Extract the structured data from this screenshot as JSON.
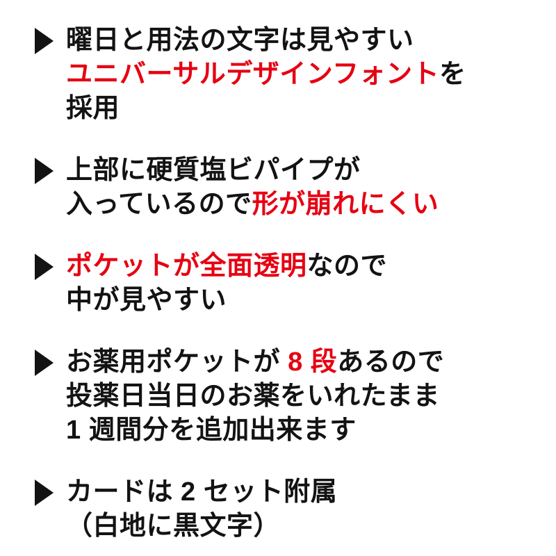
{
  "colors": {
    "text_black": "#131313",
    "accent_red": "#e60012",
    "background": "#ffffff"
  },
  "bullets": [
    {
      "lines": [
        [
          {
            "text": "曜日と用法の文字は見やすい",
            "red": false
          }
        ],
        [
          {
            "text": "ユニバーサルデザインフォント",
            "red": true
          },
          {
            "text": "を",
            "red": false
          }
        ],
        [
          {
            "text": "採用",
            "red": false
          }
        ]
      ]
    },
    {
      "lines": [
        [
          {
            "text": "上部に硬質塩ビパイプが",
            "red": false
          }
        ],
        [
          {
            "text": "入っているので",
            "red": false
          },
          {
            "text": "形が崩れにくい",
            "red": true
          }
        ]
      ]
    },
    {
      "lines": [
        [
          {
            "text": "ポケットが全面透明",
            "red": true
          },
          {
            "text": "なので",
            "red": false
          }
        ],
        [
          {
            "text": "中が見やすい",
            "red": false
          }
        ]
      ]
    },
    {
      "lines": [
        [
          {
            "text": "お薬用ポケットが ",
            "red": false
          },
          {
            "text": "8 段",
            "red": true
          },
          {
            "text": "あるので",
            "red": false
          }
        ],
        [
          {
            "text": "投薬日当日のお薬をいれたまま",
            "red": false
          }
        ],
        [
          {
            "text": "1 週間分を追加出来ます",
            "red": false
          }
        ]
      ]
    },
    {
      "lines": [
        [
          {
            "text": "カードは 2 セット附属",
            "red": false
          }
        ],
        [
          {
            "text": "（白地に黒文字）",
            "red": false
          }
        ]
      ]
    }
  ]
}
